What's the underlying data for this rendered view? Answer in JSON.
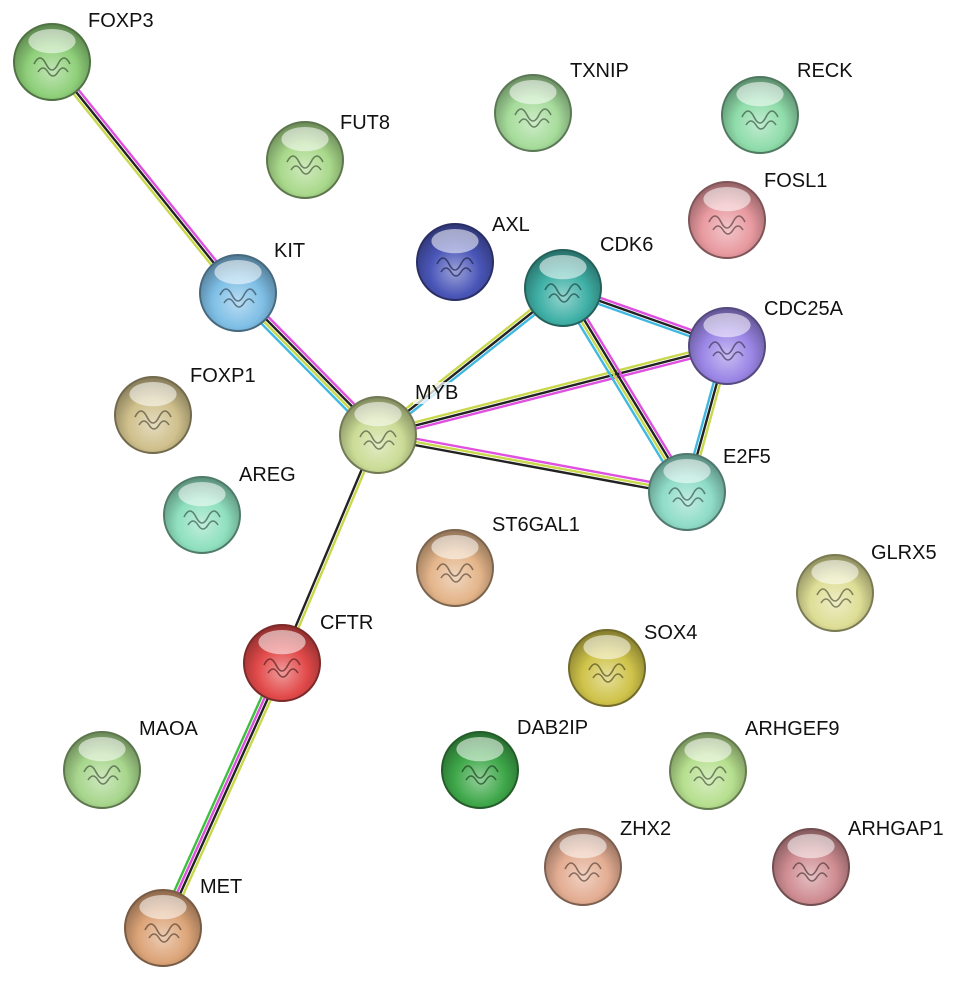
{
  "nodes": [
    {
      "id": "FOXP3",
      "label": "FOXP3",
      "color": "#8fd07a"
    },
    {
      "id": "FUT8",
      "label": "FUT8",
      "color": "#a9d98b"
    },
    {
      "id": "TXNIP",
      "label": "TXNIP",
      "color": "#a6dc9b"
    },
    {
      "id": "RECK",
      "label": "RECK",
      "color": "#8fdcaa"
    },
    {
      "id": "FOSL1",
      "label": "FOSL1",
      "color": "#e89aa0"
    },
    {
      "id": "KIT",
      "label": "KIT",
      "color": "#7fbfe6"
    },
    {
      "id": "AXL",
      "label": "AXL",
      "color": "#4a56b8"
    },
    {
      "id": "CDK6",
      "label": "CDK6",
      "color": "#3fb0a6"
    },
    {
      "id": "CDC25A",
      "label": "CDC25A",
      "color": "#9b86e6"
    },
    {
      "id": "FOXP1",
      "label": "FOXP1",
      "color": "#cfc08c"
    },
    {
      "id": "MYB",
      "label": "MYB",
      "color": "#cbdc96"
    },
    {
      "id": "E2F5",
      "label": "E2F5",
      "color": "#8fdcc8"
    },
    {
      "id": "AREG",
      "label": "AREG",
      "color": "#8fe0bf"
    },
    {
      "id": "ST6GAL1",
      "label": "ST6GAL1",
      "color": "#e4b58a"
    },
    {
      "id": "GLRX5",
      "label": "GLRX5",
      "color": "#dede96"
    },
    {
      "id": "CFTR",
      "label": "CFTR",
      "color": "#e24a4a"
    },
    {
      "id": "SOX4",
      "label": "SOX4",
      "color": "#cfc34a"
    },
    {
      "id": "MAOA",
      "label": "MAOA",
      "color": "#a7d68c"
    },
    {
      "id": "DAB2IP",
      "label": "DAB2IP",
      "color": "#3fa84a"
    },
    {
      "id": "ARHGEF9",
      "label": "ARHGEF9",
      "color": "#b6df8e"
    },
    {
      "id": "ZHX2",
      "label": "ZHX2",
      "color": "#e3ad92"
    },
    {
      "id": "ARHGAP1",
      "label": "ARHGAP1",
      "color": "#cf8d92"
    },
    {
      "id": "MET",
      "label": "MET",
      "color": "#dca478"
    }
  ],
  "edges": [
    {
      "source": "FOXP3",
      "target": "KIT",
      "evidence": [
        "#e050e0",
        "#222222",
        "#c8d84a"
      ]
    },
    {
      "source": "KIT",
      "target": "MYB",
      "evidence": [
        "#e050e0",
        "#222222",
        "#c8d84a",
        "#40b8e0"
      ]
    },
    {
      "source": "MYB",
      "target": "CDK6",
      "evidence": [
        "#c8d84a",
        "#222222",
        "#40b8e0"
      ]
    },
    {
      "source": "MYB",
      "target": "CDC25A",
      "evidence": [
        "#c8d84a",
        "#222222",
        "#e050e0"
      ]
    },
    {
      "source": "MYB",
      "target": "E2F5",
      "evidence": [
        "#e050e0",
        "#c8d84a",
        "#222222"
      ]
    },
    {
      "source": "MYB",
      "target": "CFTR",
      "evidence": [
        "#c8d84a",
        "#222222"
      ]
    },
    {
      "source": "CDK6",
      "target": "CDC25A",
      "evidence": [
        "#e050e0",
        "#222222",
        "#40b8e0"
      ]
    },
    {
      "source": "CDK6",
      "target": "E2F5",
      "evidence": [
        "#e050e0",
        "#222222",
        "#c8d84a",
        "#40b8e0"
      ]
    },
    {
      "source": "CDC25A",
      "target": "E2F5",
      "evidence": [
        "#c8d84a",
        "#222222",
        "#40b8e0"
      ]
    },
    {
      "source": "CFTR",
      "target": "MET",
      "evidence": [
        "#c8d84a",
        "#222222",
        "#e050e0",
        "#3fbf3f"
      ]
    }
  ]
}
